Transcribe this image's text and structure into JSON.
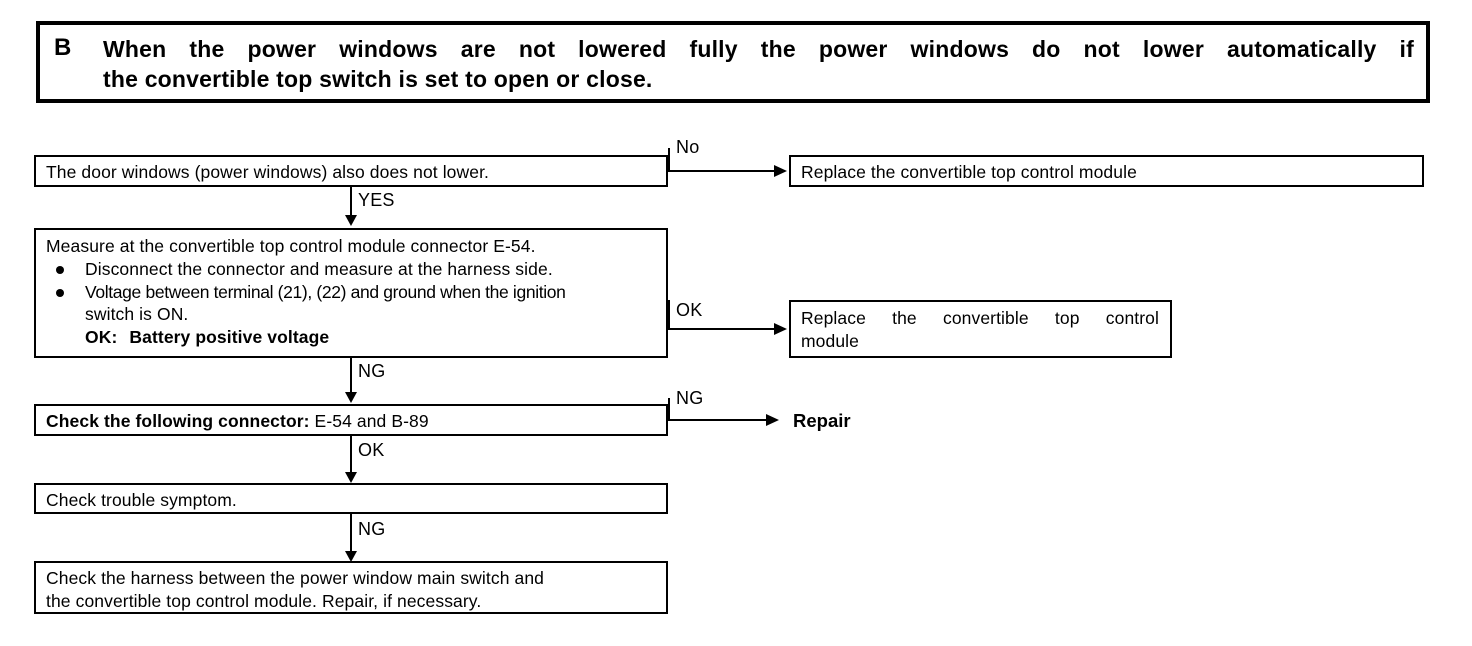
{
  "header": {
    "letter": "B",
    "line1": "When the power windows are not lowered fully the power windows do not lower automatically if",
    "line2": "the convertible top switch is set to open or close."
  },
  "flow": {
    "node_door_windows": "The door windows (power windows) also does not lower.",
    "node_replace_module_1": "Replace the convertible top control module",
    "node_measure": {
      "title": "Measure at the convertible top control module connector E-54.",
      "bullet1": "Disconnect the connector and measure at the harness side.",
      "bullet2_line1": "Voltage between terminal (21), (22) and ground when the ignition",
      "bullet2_line2": "switch is ON.",
      "ok_label": "OK:",
      "ok_value": "Battery positive voltage"
    },
    "node_replace_module_2_line1": "Replace the convertible top control",
    "node_replace_module_2_line2": "module",
    "node_check_connector_bold": "Check the following connector:",
    "node_check_connector_rest": " E-54 and B-89",
    "node_repair": "Repair",
    "node_check_symptom": "Check trouble symptom.",
    "node_check_harness_line1": "Check the harness between the power window main switch and",
    "node_check_harness_line2": "the convertible top control module. Repair, if necessary."
  },
  "edges": {
    "no": "No",
    "yes": "YES",
    "ok_1": "OK",
    "ng_1": "NG",
    "ng_2": "NG",
    "ok_2": "OK",
    "ng_3": "NG"
  },
  "colors": {
    "ink": "#000000",
    "paper": "#ffffff"
  }
}
